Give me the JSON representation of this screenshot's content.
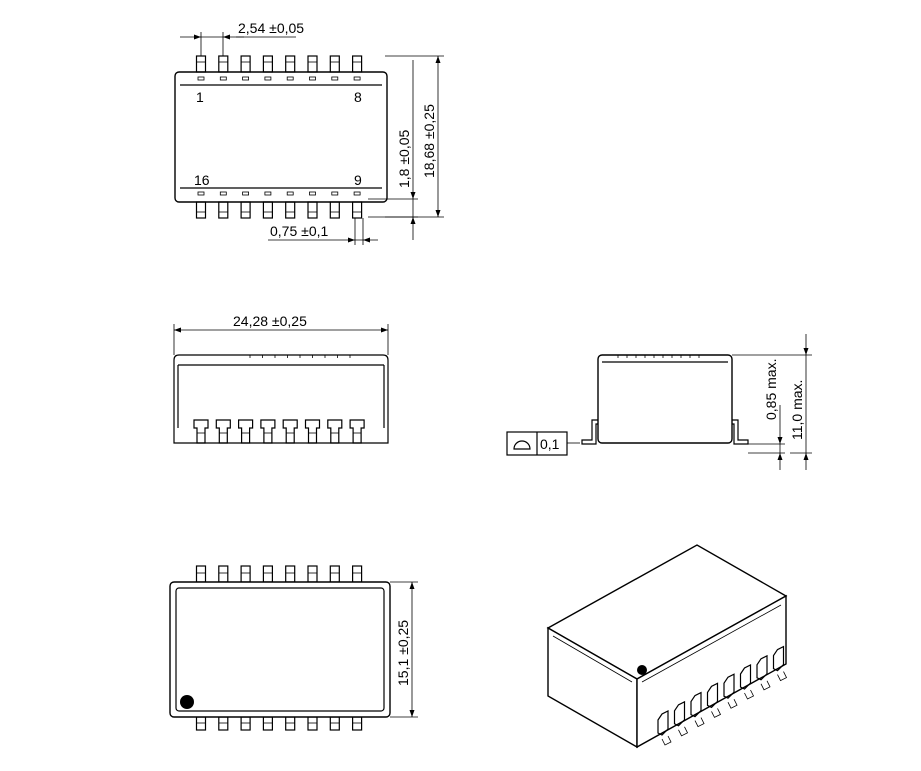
{
  "top_view": {
    "pitch_dim": "2,54 ±0,05",
    "pad_width_dim": "0,75 ±0,1",
    "row_offset_dim": "1,8 ±0,05",
    "overall_width_dim": "18,68 ±0,25",
    "pin_labels": {
      "top_left": "1",
      "top_right": "8",
      "bottom_left": "16",
      "bottom_right": "9"
    }
  },
  "front_view": {
    "length_dim": "24,28 ±0,25"
  },
  "side_view": {
    "standoff_dim": "0,85 max.",
    "height_dim": "11,0 max.",
    "flatness_tolerance": "0,1"
  },
  "bottom_view": {
    "body_width_dim": "15,1 ±0,25"
  }
}
